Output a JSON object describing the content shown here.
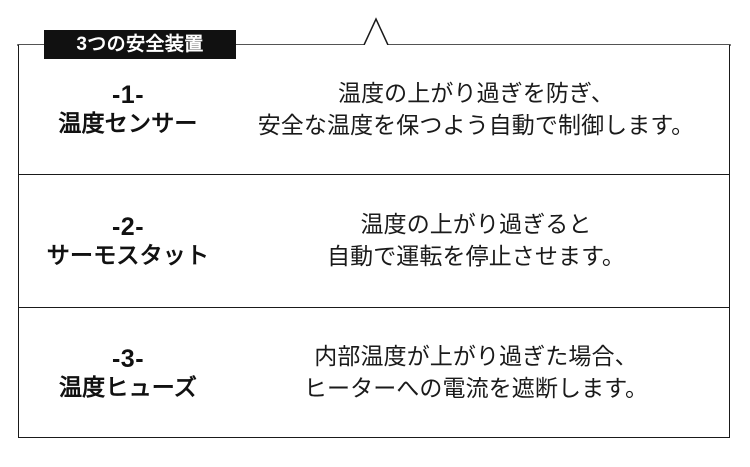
{
  "header": {
    "tab_label": "3つの安全装置",
    "notch_icon": "caret-up-notch-icon"
  },
  "rows": [
    {
      "number": "-1-",
      "device": "温度センサー",
      "description_lines": [
        "温度の上がり過ぎを防ぎ、",
        "安全な温度を保つよう自動で制御します。"
      ]
    },
    {
      "number": "-2-",
      "device": "サーモスタット",
      "description_lines": [
        "温度の上がり過ぎると",
        "自動で運転を停止させます。"
      ]
    },
    {
      "number": "-3-",
      "device": "温度ヒューズ",
      "description_lines": [
        "内部温度が上がり過ぎた場合、",
        "ヒーターへの電流を遮断します。"
      ]
    }
  ],
  "colors": {
    "background": "#ffffff",
    "border": "#1a1a1a",
    "tab_background": "#111111",
    "tab_text": "#ffffff",
    "body_text": "#1a1a1a"
  }
}
